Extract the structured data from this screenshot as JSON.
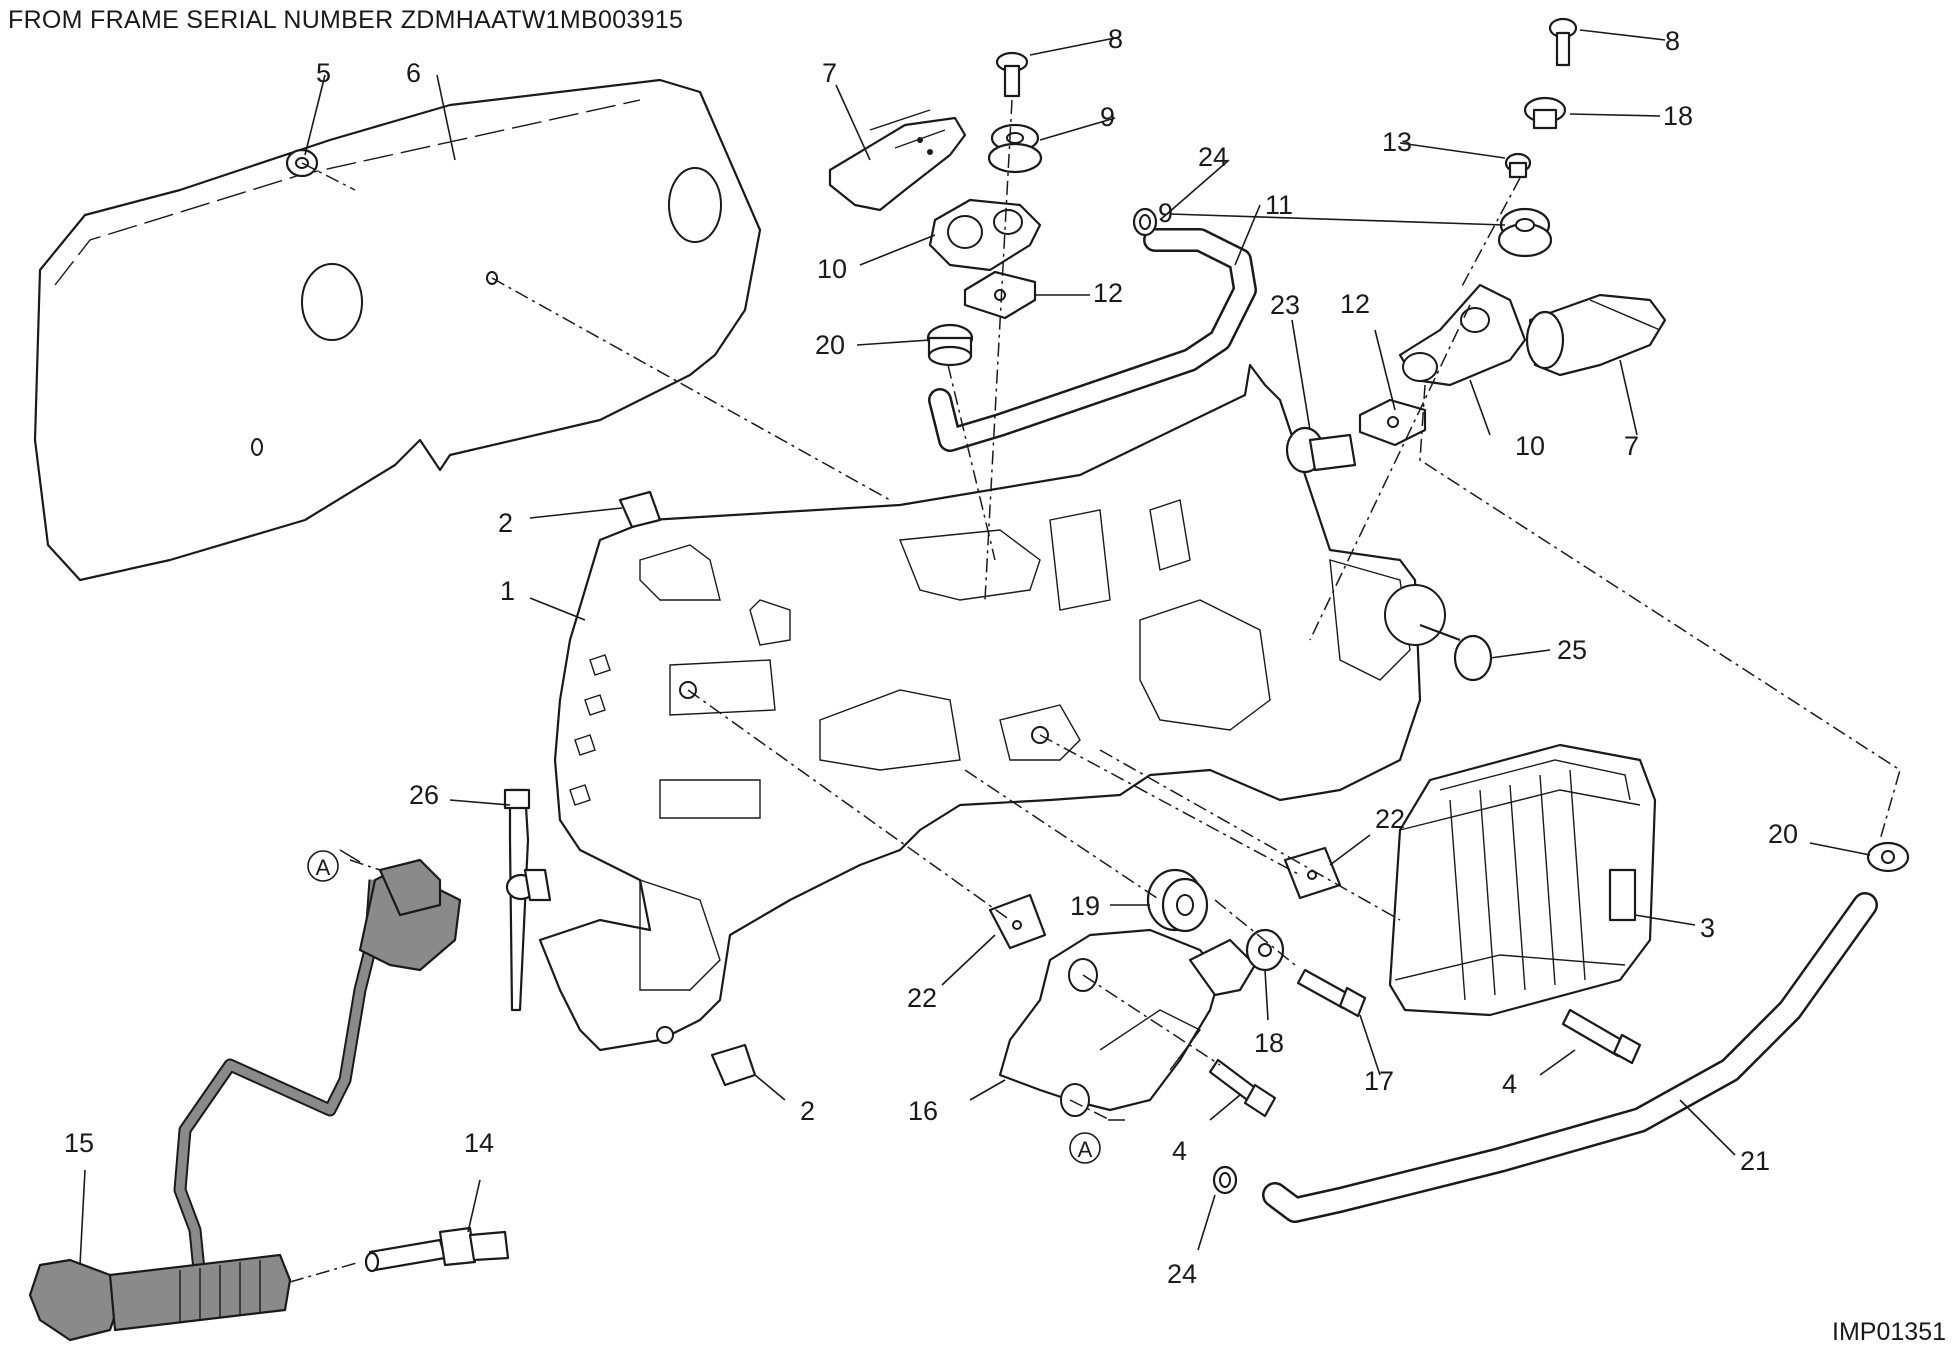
{
  "header": {
    "title": "FROM FRAME SERIAL NUMBER ZDMHAATW1MB003915"
  },
  "footer": {
    "code": "IMP01351"
  },
  "callouts": {
    "c1": "1",
    "c2a": "2",
    "c2b": "2",
    "c3": "3",
    "c4a": "4",
    "c4b": "4",
    "c5": "5",
    "c6": "6",
    "c7a": "7",
    "c7b": "7",
    "c8a": "8",
    "c8b": "8",
    "c9a": "9",
    "c9b": "9",
    "c10a": "10",
    "c10b": "10",
    "c11": "11",
    "c12a": "12",
    "c12b": "12",
    "c13": "13",
    "c14": "14",
    "c15": "15",
    "c16": "16",
    "c17": "17",
    "c18a": "18",
    "c18b": "18",
    "c19": "19",
    "c20a": "20",
    "c20b": "20",
    "c21": "21",
    "c22a": "22",
    "c22b": "22",
    "c23": "23",
    "c24a": "24",
    "c24b": "24",
    "c25": "25",
    "c26": "26"
  },
  "markers": {
    "a1": "A",
    "a2": "A"
  },
  "colors": {
    "line": "#1a1a1a",
    "cable": "#8a8a8a",
    "background": "#ffffff"
  }
}
